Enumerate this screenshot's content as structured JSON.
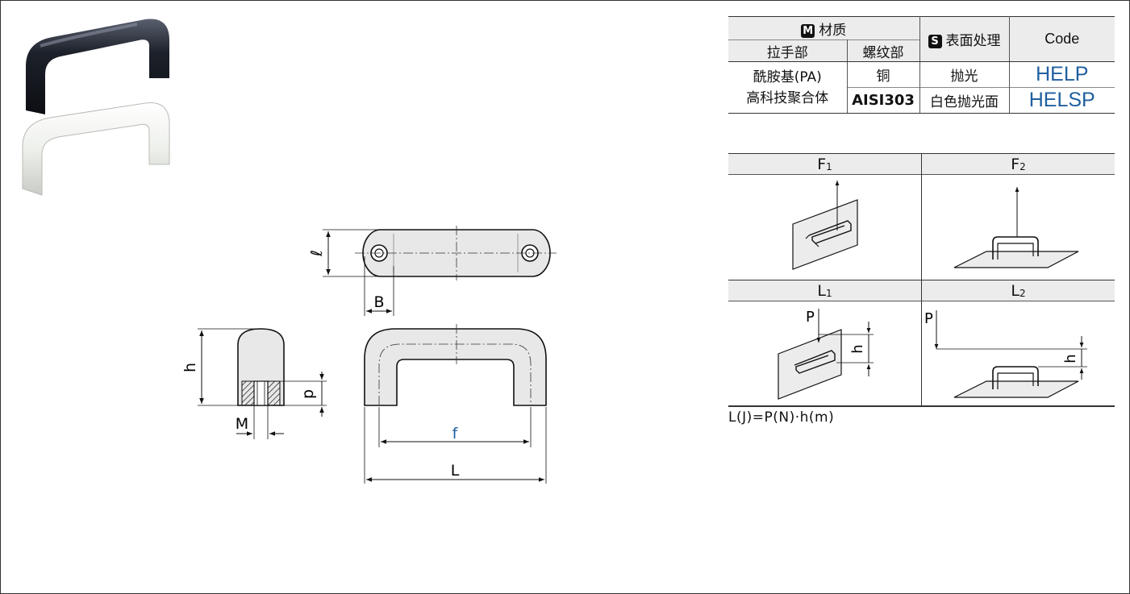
{
  "table": {
    "material_label": "材质",
    "material_badge": "M",
    "surface_badge": "S",
    "surface_label": "表面处理",
    "code_header": "Code",
    "handle_part": "拉手部",
    "thread_part": "螺纹部",
    "handle_material_line1": "酰胺基(PA)",
    "handle_material_line2": "高科技聚合体",
    "rows": [
      {
        "thread": "铜",
        "surface": "抛光",
        "code": "HELP"
      },
      {
        "thread": "AISI303",
        "surface": "白色抛光面",
        "code": "HELSP"
      }
    ]
  },
  "dimensions": {
    "l": "ℓ",
    "B": "B",
    "h": "h",
    "p": "p",
    "M": "M",
    "f": "f",
    "L": "L"
  },
  "load_cases": {
    "F1": {
      "letter": "F",
      "sub": "1"
    },
    "F2": {
      "letter": "F",
      "sub": "2"
    },
    "L1": {
      "letter": "L",
      "sub": "1",
      "P": "P",
      "h": "h"
    },
    "L2": {
      "letter": "L",
      "sub": "2",
      "P": "P",
      "h": "h"
    },
    "formula": "L(J)=P(N)·h(m)"
  },
  "colors": {
    "code_blue": "#1f5fa0",
    "header_gray": "#ececec",
    "handle_black": "#1a1e27",
    "handle_white": "#eceee9"
  }
}
